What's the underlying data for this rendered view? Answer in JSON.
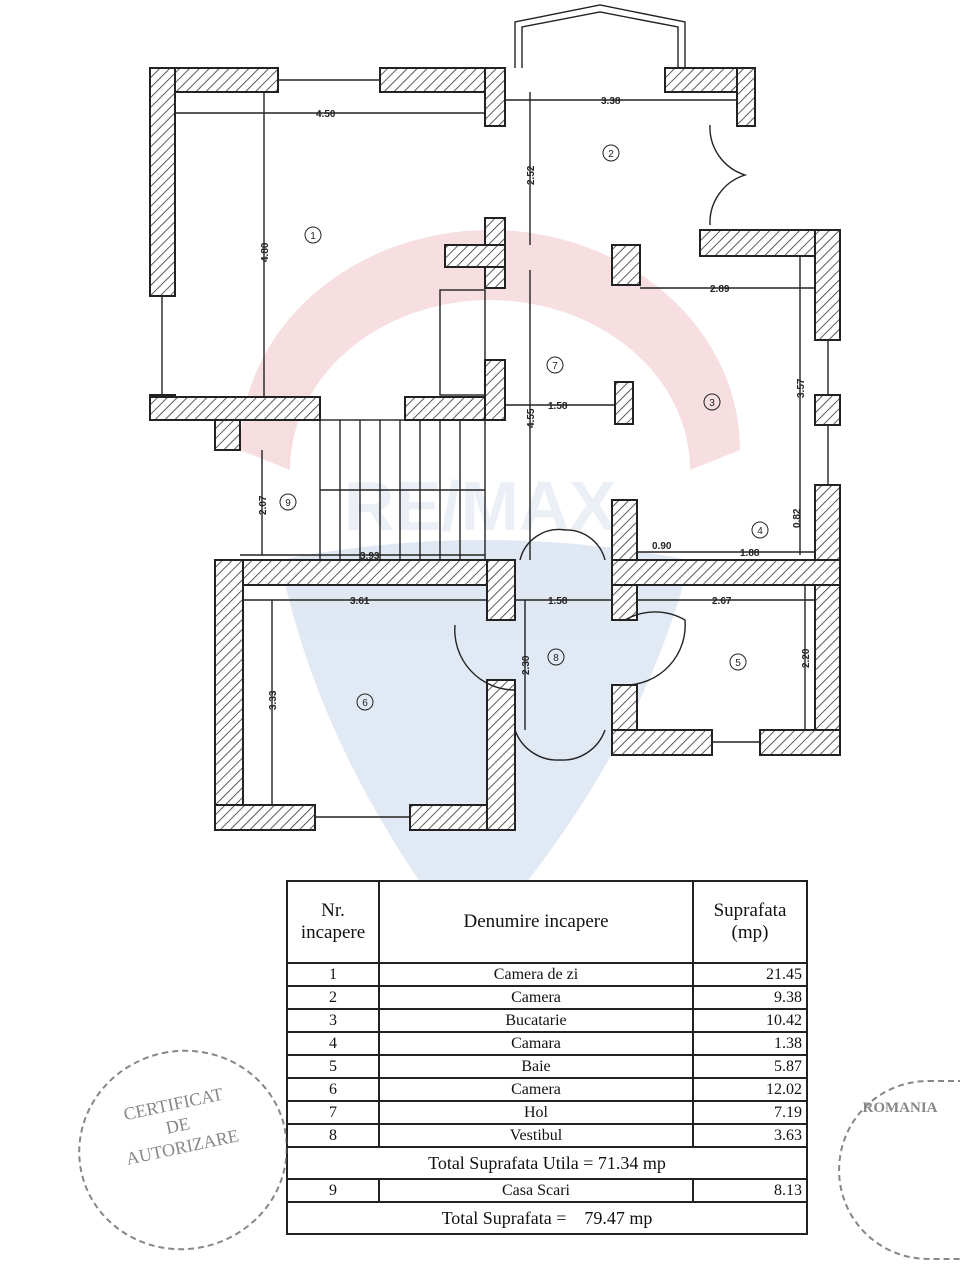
{
  "watermark": {
    "brand": "RE/MAX",
    "colors": {
      "red": "#e8a0a8",
      "blue": "#a8c0e0"
    }
  },
  "dimensions": {
    "d1": "4.50",
    "d2": "3.38",
    "d3": "2.52",
    "d4": "4.80",
    "d5": "2.89",
    "d6": "3.57",
    "d7": "1.58",
    "d8": "4.55",
    "d9": "2.07",
    "d10": "3.93",
    "d11": "0.90",
    "d12": "1.88",
    "d13": "0.82",
    "d14": "3.61",
    "d15": "1.58",
    "d16": "2.67",
    "d17": "2.30",
    "d18": "3.33",
    "d19": "2.20"
  },
  "room_labels": [
    "1",
    "2",
    "3",
    "4",
    "5",
    "6",
    "7",
    "8",
    "9"
  ],
  "table": {
    "headers": {
      "nr": "Nr. incapere",
      "name": "Denumire incapere",
      "area": "Suprafata (mp)"
    },
    "rows": [
      {
        "nr": "1",
        "name": "Camera de zi",
        "area": "21.45"
      },
      {
        "nr": "2",
        "name": "Camera",
        "area": "9.38"
      },
      {
        "nr": "3",
        "name": "Bucatarie",
        "area": "10.42"
      },
      {
        "nr": "4",
        "name": "Camara",
        "area": "1.38"
      },
      {
        "nr": "5",
        "name": "Baie",
        "area": "5.87"
      },
      {
        "nr": "6",
        "name": "Camera",
        "area": "12.02"
      },
      {
        "nr": "7",
        "name": "Hol",
        "area": "7.19"
      },
      {
        "nr": "8",
        "name": "Vestibul",
        "area": "3.63"
      }
    ],
    "total_util": "Total Suprafata Utila = 71.34 mp",
    "stair_row": {
      "nr": "9",
      "name": "Casa Scari",
      "area": "8.13"
    },
    "total": "Total Suprafata =    79.47 mp"
  },
  "stamps": {
    "left": "CERTIFICAT DE AUTORIZARE",
    "right": "ROMANIA"
  }
}
